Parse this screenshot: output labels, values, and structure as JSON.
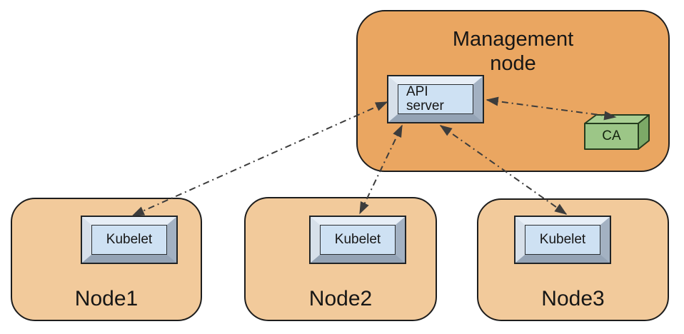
{
  "diagram": {
    "kind": "cluster-architecture",
    "management": {
      "title": "Management node"
    },
    "api_server": {
      "label": "API server"
    },
    "ca": {
      "label": "CA"
    },
    "nodes": [
      {
        "label": "Node1",
        "component": "Kubelet"
      },
      {
        "label": "Node2",
        "component": "Kubelet"
      },
      {
        "label": "Node3",
        "component": "Kubelet"
      }
    ],
    "connections": [
      {
        "from": "API server",
        "to": "Kubelet (Node1)",
        "line_style": "dash-dot",
        "bidirectional": true
      },
      {
        "from": "API server",
        "to": "Kubelet (Node2)",
        "line_style": "dash-dot",
        "bidirectional": true
      },
      {
        "from": "API server",
        "to": "Kubelet (Node3)",
        "line_style": "dash-dot",
        "bidirectional": true
      },
      {
        "from": "API server",
        "to": "CA",
        "line_style": "dash-dot",
        "bidirectional": true
      }
    ],
    "colors": {
      "management_fill": "#EAA661",
      "node_fill": "#F2CA9B",
      "outline": "#1D1D1D",
      "process_face": "#CEE1F3",
      "process_bevel_light": "#E7EEF6",
      "process_bevel_dark": "#94A3B5",
      "ca_front": "#9CC687",
      "ca_top": "#A9CF93",
      "ca_side": "#7CA967",
      "connector": "#3C3C3C"
    }
  }
}
